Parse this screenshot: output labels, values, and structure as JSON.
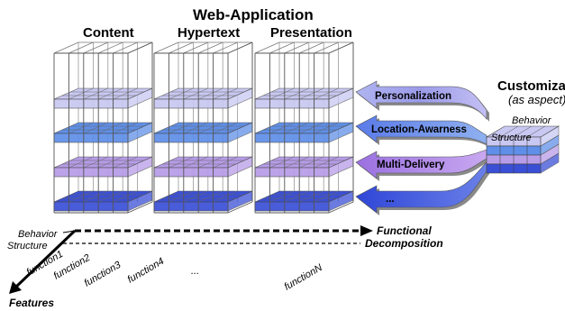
{
  "diagram": {
    "title": "Web-Application",
    "columns": [
      "Content",
      "Hypertext",
      "Presentation"
    ],
    "dimension_labels": {
      "behavior": "Behavior",
      "structure": "Structure",
      "functional_line1": "Functional",
      "functional_line2": "Decomposition",
      "features": "Features"
    },
    "functions": [
      "function1",
      "function2",
      "function3",
      "function4",
      "...",
      "functionN"
    ],
    "customization": {
      "title": "Customization",
      "subtitle": "(as aspect)",
      "behavior": "Behavior",
      "structure": "Structure"
    },
    "aspects": [
      "Personalization",
      "Location-Awarness",
      "Multi-Delivery",
      "..."
    ],
    "colors": {
      "layer_lavender": "#c8c8f2",
      "layer_blue": "#5f8fe8",
      "layer_violet": "#b79ce8",
      "layer_royal": "#3a4fd6",
      "arrow_fill": "#8a8ae0",
      "arrow_shadow": "#8a8a8a",
      "grid_line": "#9a9a9a"
    }
  }
}
